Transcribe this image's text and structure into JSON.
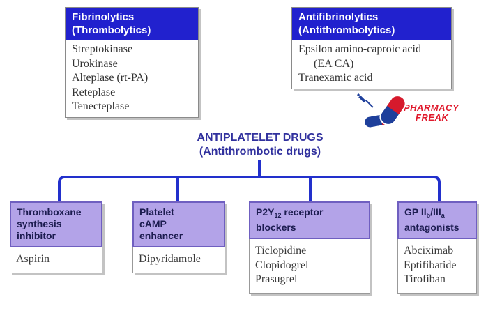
{
  "colors": {
    "header_blue": "#2121ce",
    "header_purple": "#b3a3e8",
    "purple_border": "#6f5fc0",
    "connector_blue": "#2230cc",
    "title_blue": "#31319e",
    "logo_red": "#e0192c",
    "logo_blue": "#1e3f9b"
  },
  "fibrinolytics_box": {
    "title_line1": "Fibrinolytics",
    "title_line2": "(Thrombolytics)",
    "items": [
      "Streptokinase",
      "Urokinase",
      "Alteplase (rt-PA)",
      "Reteplase",
      "Tenecteplase"
    ]
  },
  "antifibrinolytics_box": {
    "title_line1": "Antifibrinolytics",
    "title_line2": "(Antithrombolytics)",
    "items": [
      "Epsilon amino-caproic acid",
      "(EA CA)",
      "Tranexamic acid"
    ]
  },
  "logo": {
    "line1": "PHARMACY",
    "line2": "FREAK"
  },
  "main_title": {
    "line1": "ANTIPLATELET DRUGS",
    "line2": "(Antithrombotic drugs)"
  },
  "bottom_boxes": [
    {
      "header_lines": [
        "Thromboxane",
        "synthesis",
        "inhibitor"
      ],
      "items": [
        "Aspirin"
      ]
    },
    {
      "header_lines": [
        "Platelet",
        "cAMP",
        "enhancer"
      ],
      "items": [
        "Dipyridamole"
      ]
    },
    {
      "header_main": "P2Y",
      "header_sub": "12",
      "header_rest": " receptor",
      "header_line2": "blockers",
      "items": [
        "Ticlopidine",
        "Clopidogrel",
        "Prasugrel"
      ]
    },
    {
      "header_g1": "GP II",
      "header_s1": "b",
      "header_g2": "/III",
      "header_s2": "a",
      "header_line2": "antagonists",
      "items": [
        "Abciximab",
        "Eptifibatide",
        "Tirofiban"
      ]
    }
  ]
}
